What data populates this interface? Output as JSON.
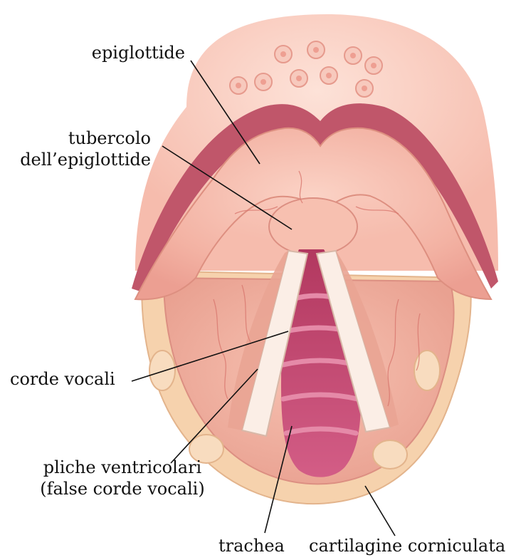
{
  "labels": {
    "epiglottis": "epiglottide",
    "tubercle_line1": "tubercolo",
    "tubercle_line2": "dell’epiglottide",
    "vocal_cords": "corde vocali",
    "ventricular_line1": "pliche ventricolari",
    "ventricular_line2": "(false corde vocali)",
    "trachea": "trachea",
    "corniculate": "cartilagine corniculata"
  },
  "colors": {
    "tissue": "#f3b2a3",
    "tissue_light": "#f8c8bb",
    "tissue_dark": "#e2968a",
    "fold_band": "#c0566a",
    "cartilage": "#f6d2ad",
    "trachea": "#c94d78",
    "trachea_ring": "#e58aa8",
    "cord": "#fbeee6",
    "vessel": "#d9786f",
    "leader": "#111111"
  }
}
